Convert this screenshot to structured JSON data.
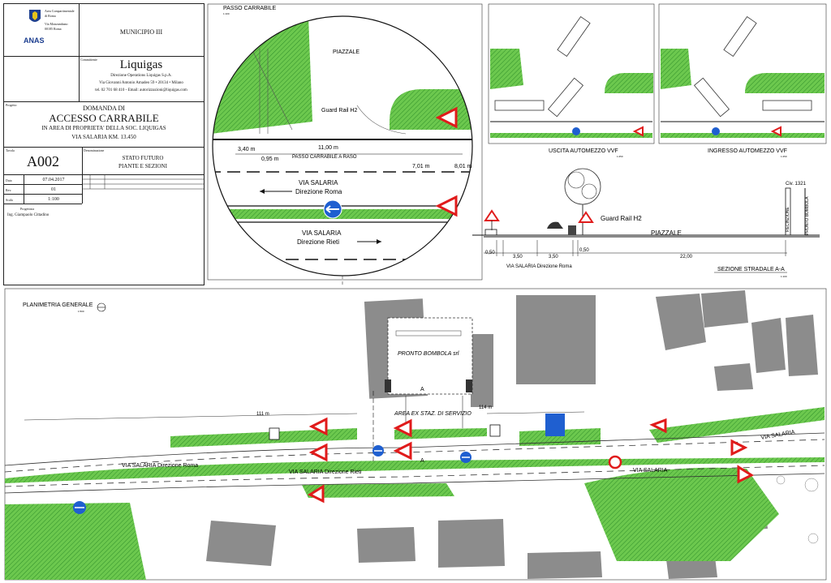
{
  "title_block": {
    "org": {
      "logo_text": "ANAS",
      "lines": [
        "Area Compartimentale",
        "di Roma",
        "Via Monzambano",
        "00185 Roma"
      ]
    },
    "municipio": "MUNICIPIO III",
    "committente_label": "Committente",
    "company": "Liquigas",
    "company_lines": [
      "Direzione Operations Liquigas S.p.A.",
      "Via Giovanni Antonio Amadeo 59 • 20134 • Milano",
      "tel. 02 701 68 410 - Email: autorizzazioni@liquigas.com"
    ],
    "progetto_label": "Progetto",
    "project_lines": [
      "DOMANDA DI",
      "ACCESSO CARRABILE",
      "IN AREA DI PROPRIETA' DELLA SOC. LIQUIGAS",
      "VIA SALARIA KM. 13.450"
    ],
    "tavola_label": "Tavola",
    "drawing_code": "A002",
    "denominazione_label": "Denominazione",
    "drawing_title_lines": [
      "STATO FUTURO",
      "PIANTE E SEZIONI"
    ],
    "data_label": "Data",
    "date": "07.04.2017",
    "rev_label": "Rev.",
    "revision": "01",
    "scala_label": "Scala",
    "scale": "1:100",
    "progettista_label": "Progettista",
    "designer": "Ing. Giampaolo Cittadino"
  },
  "detail": {
    "title": "PASSO CARRABILE",
    "scale": "1:100",
    "piazzale": "PIAZZALE",
    "guard_rail": "Guard Rail H2",
    "dims": [
      "3,40 m",
      "0,95 m",
      "11,00 m",
      "7,01 m",
      "8,01 m"
    ],
    "passo_label": "PASSO CARRABILE A RASO",
    "dir_roma_1": "VIA SALARIA",
    "dir_roma_2": "Direzione Roma",
    "dir_rieti_1": "VIA SALARIA",
    "dir_rieti_2": "Direzione Rieti"
  },
  "vvf_exit": {
    "title": "USCITA AUTOMEZZO VVF",
    "scale": "1:250"
  },
  "vvf_entry": {
    "title": "INGRESSO AUTOMEZZO VVF",
    "scale": "1:250"
  },
  "section": {
    "title": "SEZIONE STRADALE A-A",
    "scale": "1:100",
    "guard_rail": "Guard Rail H2",
    "piazzale": "PIAZZALE",
    "dims": [
      "0,50",
      "3,50",
      "3,50",
      "0,50",
      "22,00"
    ],
    "road_label": "VIA SALARIA Direzione Roma",
    "civico": "Civ. 1321",
    "recinzione": "RECINZIONE",
    "pronto_vertical": "PRONTO BOMBOLA"
  },
  "plan": {
    "title": "PLANIMETRIA GENERALE",
    "scale": "1:500",
    "pronto_bombola": "PRONTO BOMBOLA srl",
    "area_ex": "AREA EX STAZ. DI SERVIZIO",
    "dim_111": "111 m",
    "dim_114": "114 m",
    "road_roma": "VIA SALARIA   Direzione Roma",
    "road_rieti": "VIA SALARIA   Direzione Rieti",
    "road_right_1": "VIA SALARIA",
    "road_right_2": "VIA SALARIA",
    "section_mark": "A"
  },
  "colors": {
    "green": "#62c246",
    "hatch": "#2f8f2a",
    "building": "#8c8c8c",
    "sign_red": "#e01b1b",
    "sign_blue": "#1f5fd0"
  }
}
